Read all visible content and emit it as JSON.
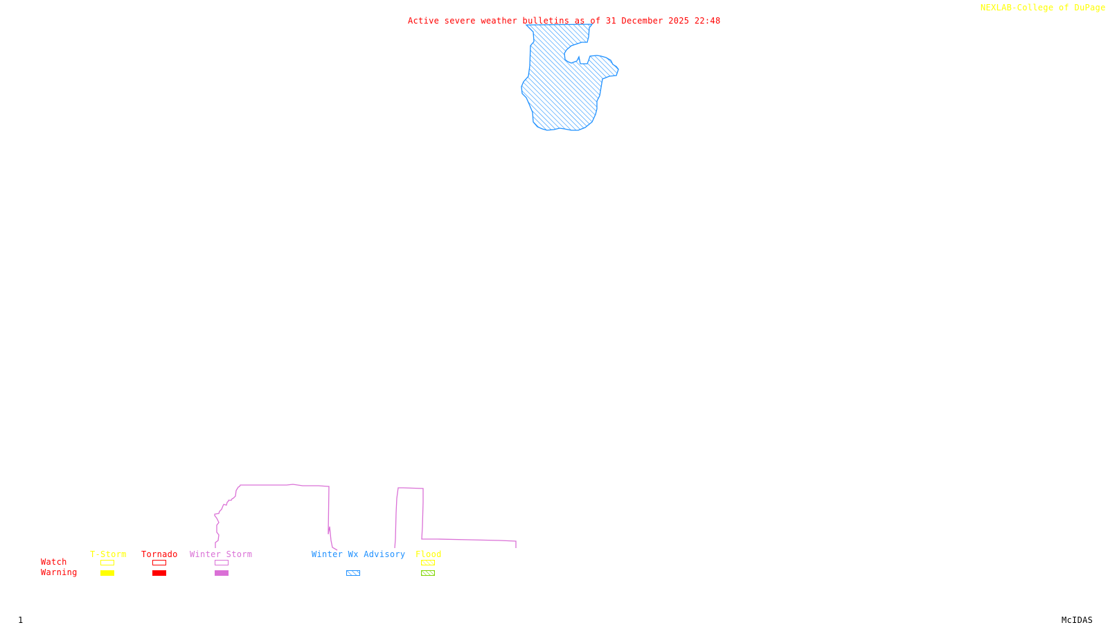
{
  "header": {
    "title": "Active severe weather bulletins as of 31 December 2025 22:48",
    "credit": "NEXLAB-College of DuPage",
    "credit_icon": "cursor-arrow-icon"
  },
  "colors": {
    "title": "#ff0000",
    "credit": "#ffff00",
    "tstorm": "#ffff00",
    "tornado": "#ff0000",
    "winter_storm": "#da70d6",
    "winter_advisory": "#1e90ff",
    "flood_watch": "#ffff00",
    "flood_warning": "#7fd400",
    "frame_text": "#000000"
  },
  "legend": {
    "row_labels": {
      "watch": "Watch",
      "warning": "Warning"
    },
    "categories": [
      {
        "key": "tstorm",
        "label": "T-Storm",
        "watch": "outline",
        "warning": "solid"
      },
      {
        "key": "tornado",
        "label": "Tornado",
        "watch": "outline",
        "warning": "solid"
      },
      {
        "key": "winter_storm",
        "label": "Winter Storm",
        "watch": "outline",
        "warning": "solid"
      },
      {
        "key": "winter_advisory",
        "label": "Winter Wx Advisory",
        "watch": null,
        "warning": "hatched"
      },
      {
        "key": "flood",
        "label": "Flood",
        "watch": "hatched",
        "warning": "hatched"
      }
    ]
  },
  "areas": [
    {
      "type": "Winter Wx Advisory",
      "style": "hatched"
    },
    {
      "type": "Winter Storm Watch",
      "style": "outline"
    },
    {
      "type": "Winter Storm Watch",
      "style": "outline"
    }
  ],
  "footer": {
    "frame_number": "1",
    "software": "McIDAS"
  }
}
